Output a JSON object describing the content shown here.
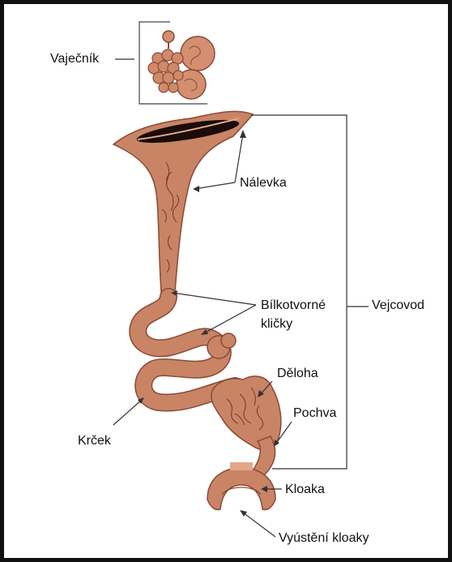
{
  "labels": {
    "ovary": "Vaječník",
    "infundibulum": "Nálevka",
    "magnum_line1": "Bílkotvorné",
    "magnum_line2": "kličky",
    "oviduct": "Vejcovod",
    "isthmus": "Krček",
    "uterus": "Děloha",
    "vagina": "Pochva",
    "cloaca": "Kloaka",
    "vent": "Vyústění kloaky"
  },
  "colors": {
    "tissue": "#c98466",
    "tissue_light": "#e2a88a",
    "tissue_dark": "#8a4a34",
    "vein": "#6b2f20",
    "line": "#333333",
    "border": "#111111"
  }
}
